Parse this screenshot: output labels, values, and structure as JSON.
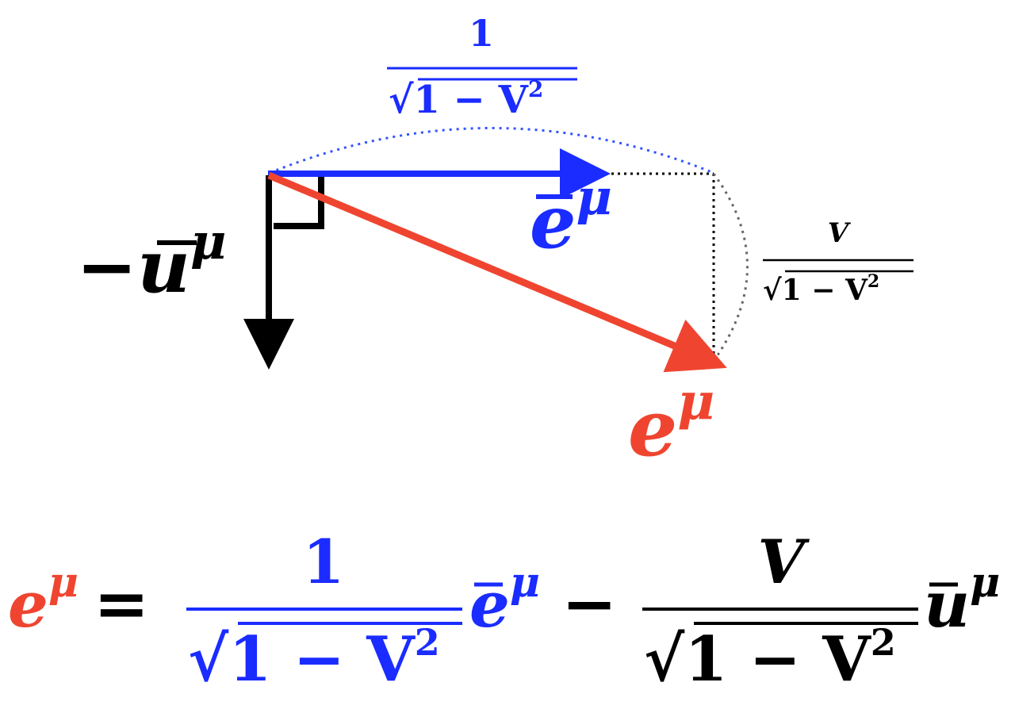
{
  "colors": {
    "blue": "#1a2cff",
    "red": "#ef4530",
    "black": "#000000",
    "dotted_blue": "#3355ff",
    "dotted_gray": "#666666"
  },
  "diagram": {
    "top_fraction": {
      "numerator": "1",
      "radicand": "1 − V",
      "exponent": "2"
    },
    "side_fraction": {
      "numerator": "V",
      "radicand": "1 − V",
      "exponent": "2"
    },
    "vec_ebar": {
      "prefix": "",
      "base": "e",
      "sup": "μ"
    },
    "vec_ubar": {
      "prefix": "−",
      "base": "u",
      "sup": "μ"
    },
    "vec_e": {
      "prefix": "",
      "base": "e",
      "sup": "μ"
    }
  },
  "equation": {
    "lhs": {
      "base": "e",
      "sup": "μ"
    },
    "equals": "=",
    "frac1": {
      "numerator": "1",
      "radicand": "1 − V",
      "exponent": "2"
    },
    "term1": {
      "base": "e",
      "sup": "μ"
    },
    "minus": "−",
    "frac2": {
      "numerator": "V",
      "radicand": "1 − V",
      "exponent": "2"
    },
    "term2": {
      "base": "u",
      "sup": "μ"
    }
  }
}
